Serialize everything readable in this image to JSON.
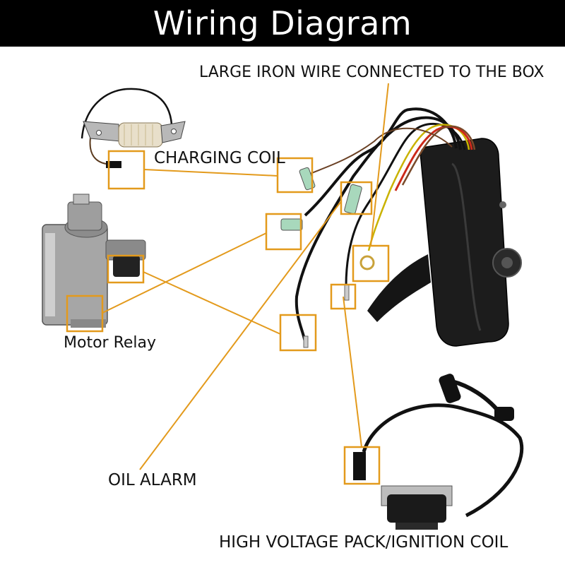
{
  "title": "Wiring Diagram",
  "labels": {
    "iron_wire": "LARGE IRON WIRE CONNECTED TO THE BOX",
    "charging_coil": "CHARGING COIL",
    "motor_relay": "Motor Relay",
    "oil_alarm": "OIL ALARM",
    "ignition": "HIGH VOLTAGE PACK/IGNITION COIL"
  },
  "colors": {
    "callout": "#e39a1c",
    "title_bg": "#000000",
    "title_text": "#ffffff"
  }
}
